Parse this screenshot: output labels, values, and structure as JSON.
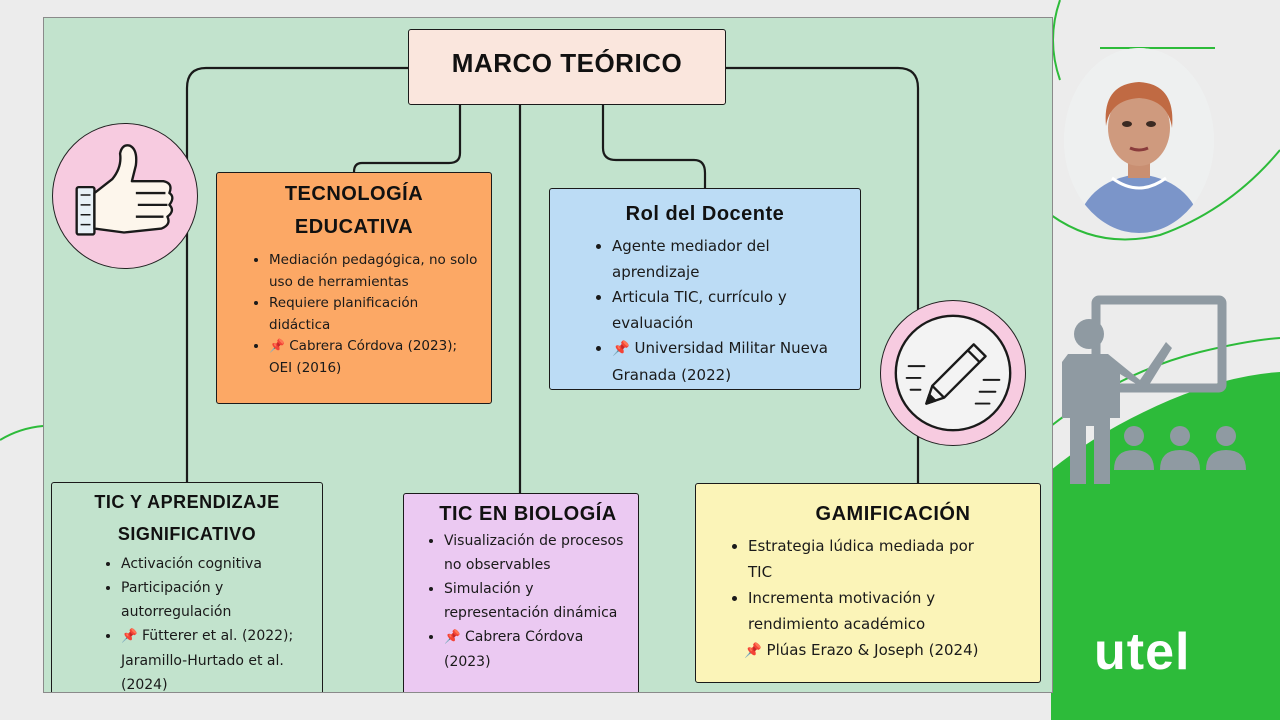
{
  "colors": {
    "slide_bg": "#c2e3cd",
    "brand_green": "#2dbb3a",
    "title_box": "#fae6dd",
    "tecnologia_box": "#fca865",
    "rol_box": "#bcdcf5",
    "tic_aprendizaje_box": "#c2e3cd",
    "tic_biologia_box": "#ebc9f2",
    "gamificacion_box": "#fbf4b8",
    "icon_circle": "#f7cbe0"
  },
  "diagram": {
    "title": "MARCO TEÓRICO",
    "nodes": [
      {
        "id": "tecnologia",
        "title": [
          "TECNOLOGÍA",
          "EDUCATIVA"
        ],
        "bullets": [
          "Mediación pedagógica, no solo uso de herramientas",
          "Requiere planificación didáctica",
          "Cabrera Córdova (2023); OEI (2016)"
        ]
      },
      {
        "id": "rol",
        "title": [
          "Rol del Docente"
        ],
        "bullets": [
          "Agente mediador del aprendizaje",
          "Articula TIC, currículo y evaluación",
          "Universidad Militar Nueva Granada (2022)"
        ]
      },
      {
        "id": "tic_aprendizaje",
        "title": [
          "TIC Y APRENDIZAJE",
          "SIGNIFICATIVO"
        ],
        "bullets": [
          "Activación cognitiva",
          "Participación y autorregulación",
          "Fütterer et al. (2022); Jaramillo-Hurtado et al. (2024)"
        ]
      },
      {
        "id": "tic_biologia",
        "title": [
          "TIC EN BIOLOGÍA"
        ],
        "bullets": [
          "Visualización de procesos no observables",
          "Simulación y representación dinámica",
          "Cabrera Córdova (2023)"
        ]
      },
      {
        "id": "gamificacion",
        "title": [
          "GAMIFICACIÓN"
        ],
        "bullets": [
          "Estrategia lúdica mediada por TIC",
          "Incrementa motivación y rendimiento académico",
          "Plúas Erazo & Joseph (2024)"
        ]
      }
    ],
    "edges": [
      {
        "from": "title",
        "to": "tecnologia"
      },
      {
        "from": "title",
        "to": "rol"
      },
      {
        "from": "title",
        "to": "tic_aprendizaje"
      },
      {
        "from": "title",
        "to": "tic_biologia"
      },
      {
        "from": "title",
        "to": "gamificacion"
      }
    ],
    "icons": {
      "pin": "pushpin-icon",
      "left_circle": "thumbs-up-icon",
      "right_circle": "pencil-icon",
      "presenter": "teacher-presentation-icon"
    },
    "pin_glyph": "📌"
  },
  "brand": {
    "logo_text": "utel"
  }
}
